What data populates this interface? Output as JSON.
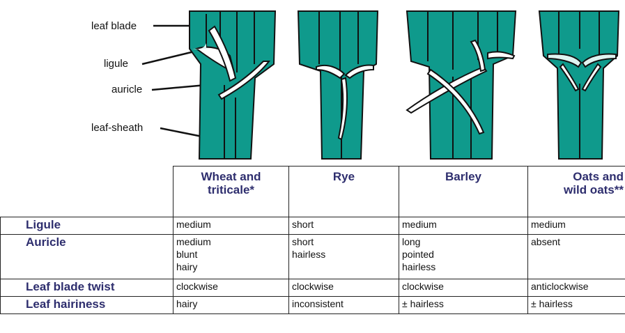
{
  "diagram": {
    "callouts": [
      {
        "id": "leaf-blade",
        "text": "leaf blade"
      },
      {
        "id": "ligule",
        "text": "ligule"
      },
      {
        "id": "auricle",
        "text": "auricle"
      },
      {
        "id": "leaf-sheath",
        "text": "leaf-sheath"
      }
    ],
    "colors": {
      "leaf": "#0f9a8c",
      "outline": "#111111",
      "auricle": "#ffffff"
    }
  },
  "table": {
    "columns": [
      "Wheat and\ntriticale*",
      "Rye",
      "Barley",
      "Oats and\nwild oats**"
    ],
    "rows": [
      {
        "label": "Ligule",
        "cells": [
          [
            "medium"
          ],
          [
            "short"
          ],
          [
            "medium"
          ],
          [
            "medium"
          ]
        ]
      },
      {
        "label": "Auricle",
        "cells": [
          [
            "medium",
            "blunt",
            "hairy"
          ],
          [
            "short",
            "hairless"
          ],
          [
            "long",
            "pointed",
            "hairless"
          ],
          [
            "absent"
          ]
        ]
      },
      {
        "label": "Leaf blade twist",
        "cells": [
          [
            "clockwise"
          ],
          [
            "clockwise"
          ],
          [
            "clockwise"
          ],
          [
            "anticlockwise"
          ]
        ]
      },
      {
        "label": "Leaf hairiness",
        "cells": [
          [
            "hairy"
          ],
          [
            "inconsistent"
          ],
          [
            "± hairless"
          ],
          [
            "± hairless"
          ]
        ]
      }
    ]
  }
}
